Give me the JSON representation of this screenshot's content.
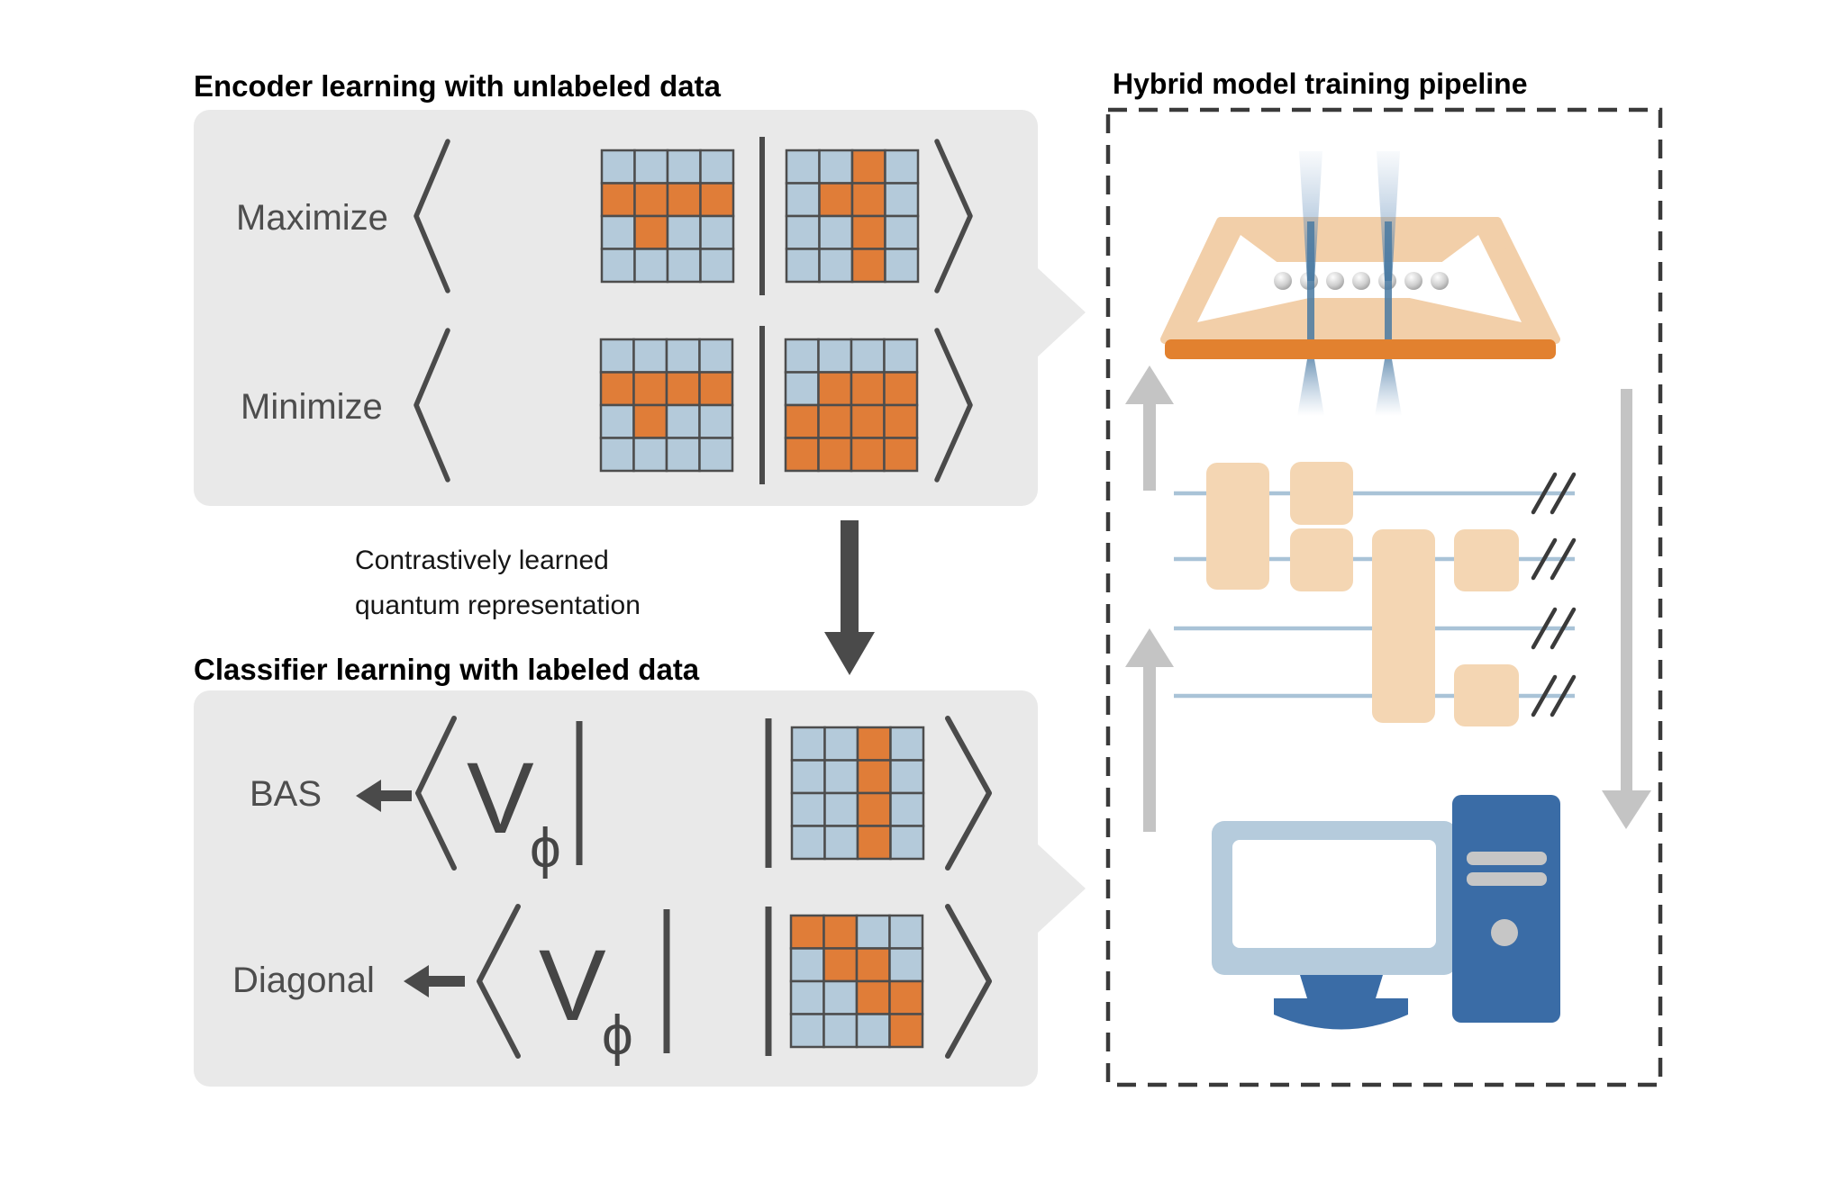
{
  "colors": {
    "panel_bg": "#e9e9e9",
    "cell_blue": "#b4cada",
    "cell_orange": "#e07d38",
    "grid_line": "#4d4d4d",
    "dark_gray": "#4a4a4a",
    "text_black": "#000000",
    "label_gray": "#4d4d4d",
    "light_gray_arrow": "#c4c4c4",
    "gate_peach": "#f4d6b3",
    "trap_tan": "#f2cfa9",
    "trap_base_orange": "#e2812f",
    "wire_blue": "#a9c3d7",
    "beam_blue": "#4a7aa2",
    "computer_blue": "#3a6ca6",
    "monitor_light_blue": "#b5cbdc",
    "vent_gray": "#c6c6c6",
    "dashed_border": "#3a3a3a",
    "screen_white": "#ffffff"
  },
  "encoder_panel": {
    "title": "Encoder learning with unlabeled data",
    "rows": [
      {
        "label": "Maximize",
        "left_grid": [
          "BBBB",
          "OOOO",
          "BOBB",
          "BBBB"
        ],
        "right_grid": [
          "BBOB",
          "BOOB",
          "BBOB",
          "BBOB"
        ]
      },
      {
        "label": "Minimize",
        "left_grid": [
          "BBBB",
          "OOOO",
          "BOBB",
          "BBBB"
        ],
        "right_grid": [
          "BBBB",
          "BOOO",
          "OOOO",
          "OOOO"
        ]
      }
    ]
  },
  "transition": {
    "caption_line1": "Contrastively learned",
    "caption_line2": "quantum representation"
  },
  "classifier_panel": {
    "title": "Classifier learning with labeled data",
    "operator": "V",
    "operator_subscript": "ϕ",
    "rows": [
      {
        "label": "BAS",
        "grid": [
          "BBOB",
          "BBOB",
          "BBOB",
          "BBOB"
        ]
      },
      {
        "label": "Diagonal",
        "grid": [
          "OOBB",
          "BOOB",
          "BBOO",
          "BBBO"
        ]
      }
    ]
  },
  "pipeline_panel": {
    "title": "Hybrid model training pipeline",
    "ion_count": 7,
    "laser_count": 2,
    "qubit_wire_count": 4
  }
}
